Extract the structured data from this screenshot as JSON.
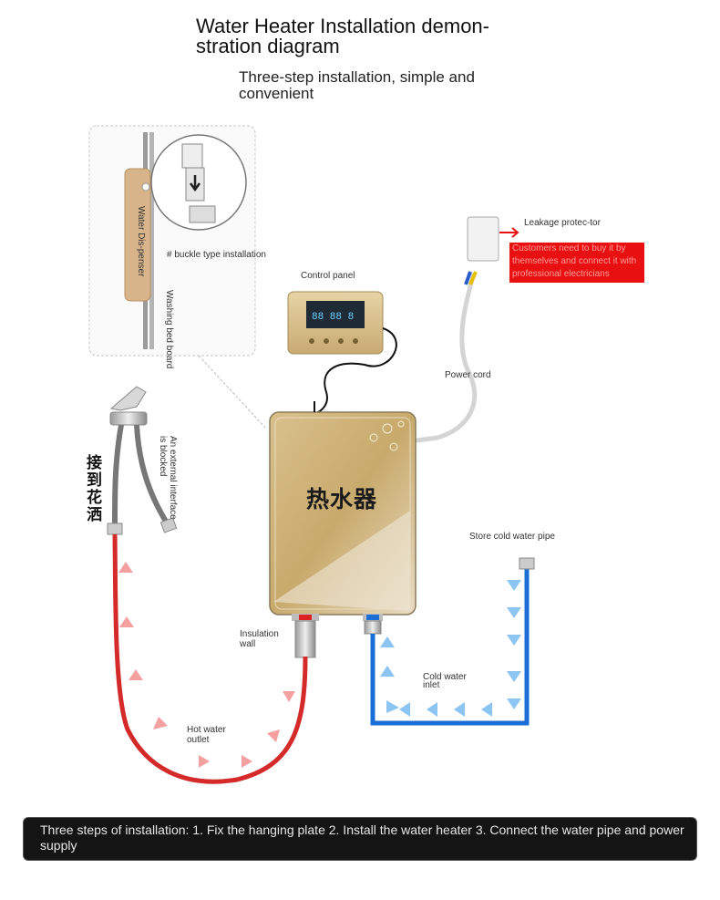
{
  "title": "Water Heater Installation demon-stration diagram",
  "subtitle": "Three-step installation, simple and convenient",
  "labels": {
    "water_dispenser": "Water Dis-penser",
    "buckle_install": "# buckle type installation",
    "washing_bed_board": "Washing bed board",
    "control_panel": "Control panel",
    "leakage_protector": "Leakage protec-tor",
    "warning": "Customers need to buy it by themselves and connect it with professional electricians",
    "power_cord": "Power cord",
    "external_interface": "An external interface is blocked",
    "shower_connect": "接到花洒",
    "heater_name": "热水器",
    "store_cold_pipe": "Store cold water pipe",
    "insulation_wall": "Insulation wall",
    "cold_inlet": "Cold water inlet",
    "hot_outlet": "Hot water outlet"
  },
  "footer": "Three steps of installation: 1. Fix the hanging plate 2. Install the water heater 3. Connect the water pipe and power supply",
  "colors": {
    "hot_pipe": "#d42a2a",
    "cold_pipe": "#1a6fd6",
    "heater_body": "#cdb27a",
    "warning_bg": "#e81010"
  }
}
